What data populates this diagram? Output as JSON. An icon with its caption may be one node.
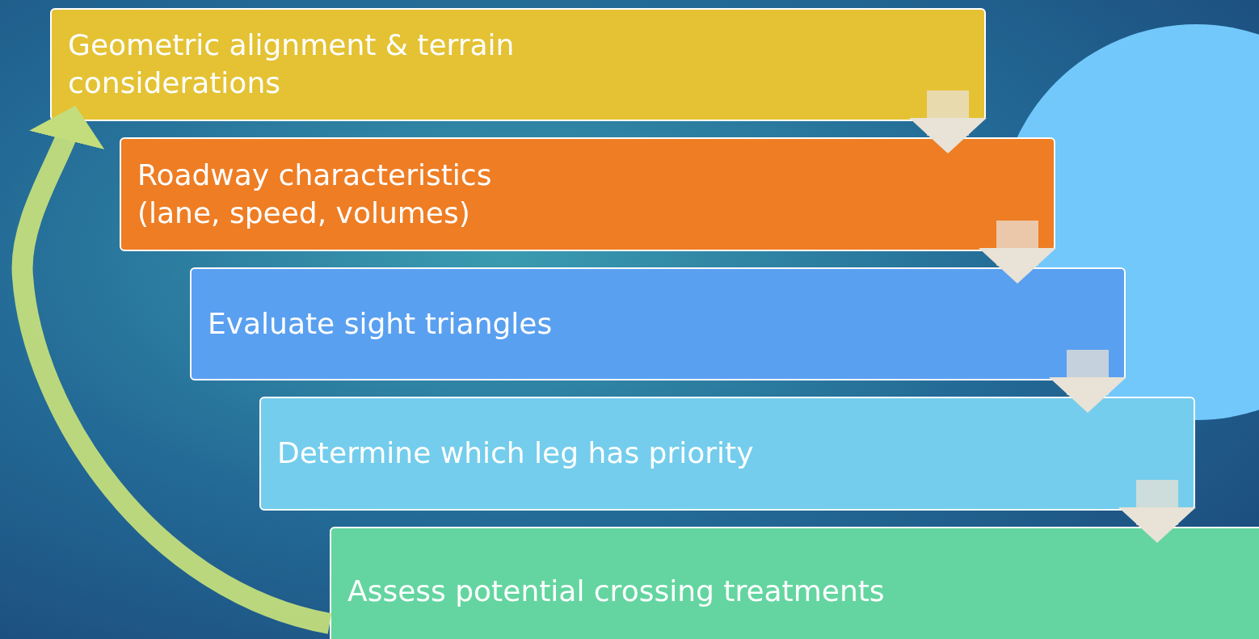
{
  "diagram": {
    "nodes": [
      {
        "text": [
          "Geometric alignment & terrain considerations"
        ]
      },
      {
        "text": [
          "Roadway characteristics (lane, speed, volumes)"
        ]
      },
      {
        "text": [
          "Evaluate sight triangles"
        ]
      },
      {
        "text": [
          "Determine which leg has priority"
        ]
      },
      {
        "text": [
          "Assess potential crossing treatments"
        ]
      }
    ],
    "edges": [
      {
        "from": 0,
        "to": 1,
        "arrow": "to"
      },
      {
        "from": 1,
        "to": 2,
        "arrow": "to"
      },
      {
        "from": 2,
        "to": 3,
        "arrow": "to"
      },
      {
        "from": 3,
        "to": 4,
        "arrow": "to"
      },
      {
        "from": 4,
        "to": 0,
        "arrow": "to",
        "color": "#c3dd7c"
      }
    ]
  }
}
